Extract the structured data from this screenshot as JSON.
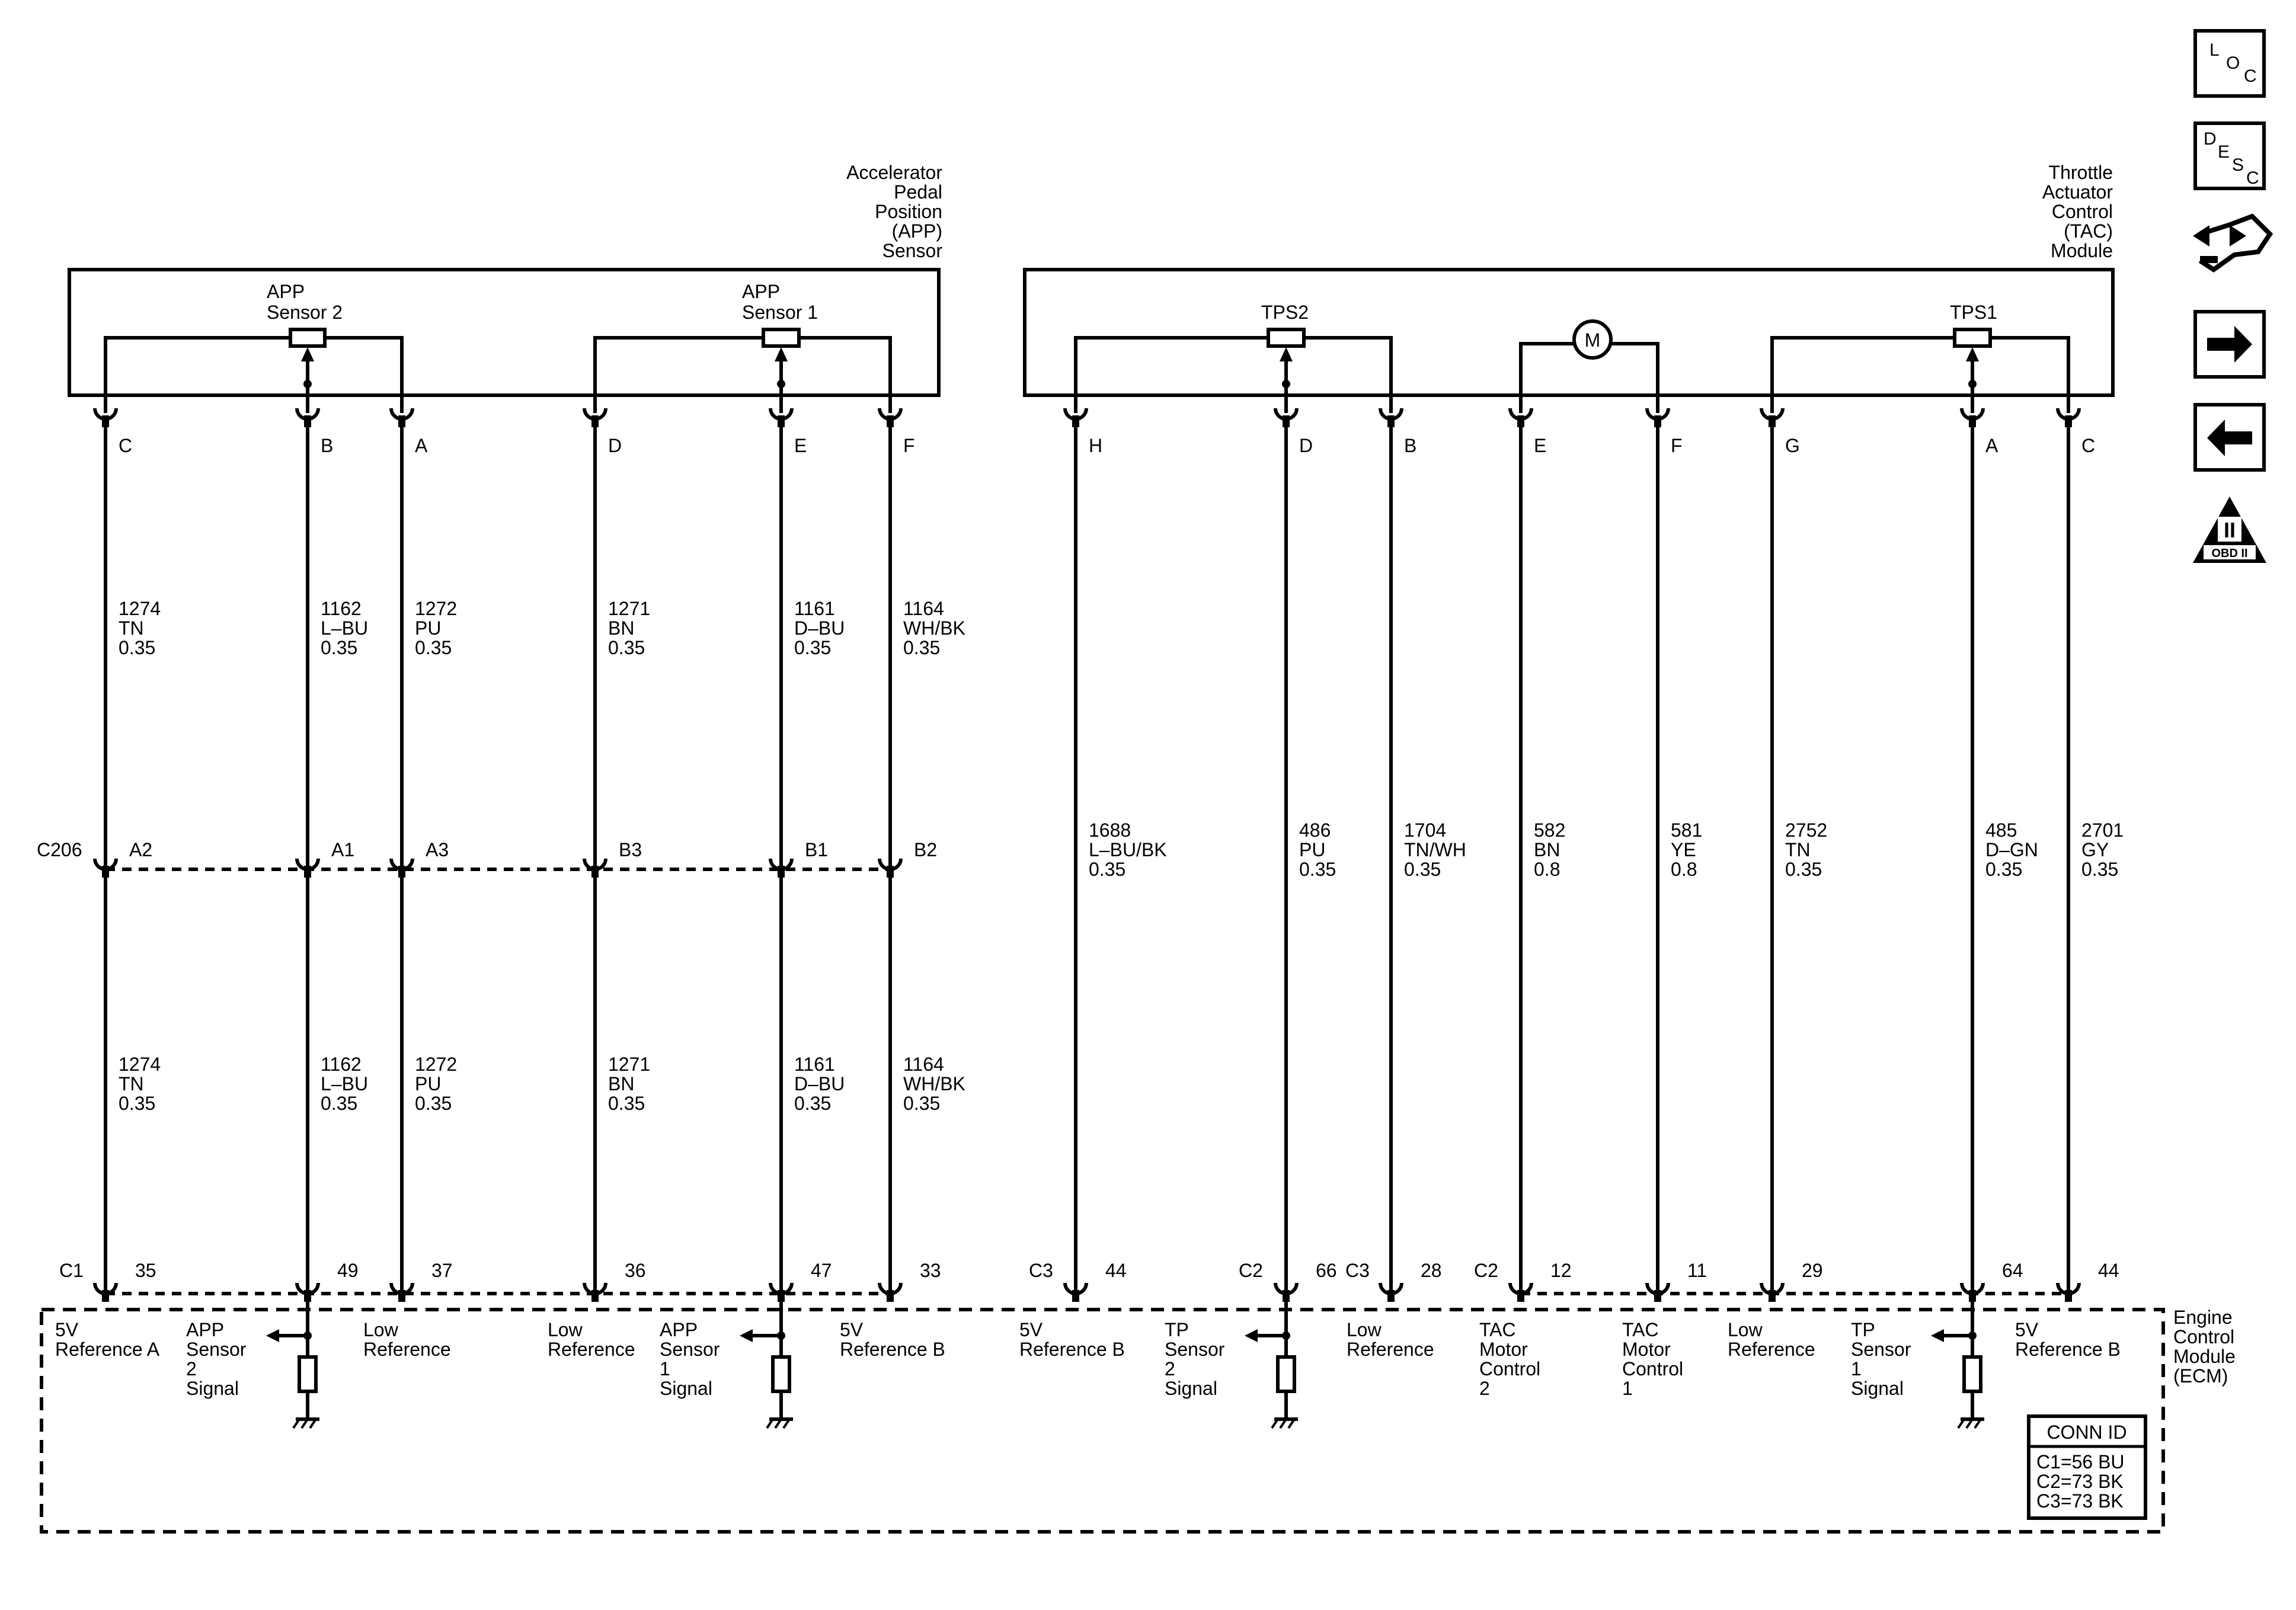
{
  "components": {
    "app_sensor": {
      "label": [
        "Accelerator",
        "Pedal",
        "Position",
        "(APP)",
        "Sensor"
      ]
    },
    "tac_module": {
      "label": [
        "Throttle",
        "Actuator",
        "Control",
        "(TAC)",
        "Module"
      ]
    },
    "ecm": {
      "label": [
        "Engine",
        "Control",
        "Module",
        "(ECM)"
      ]
    },
    "app_sensor2": {
      "label": [
        "APP",
        "Sensor 2"
      ]
    },
    "app_sensor1": {
      "label": [
        "APP",
        "Sensor 1"
      ]
    },
    "tps2": {
      "label": [
        "TPS2"
      ]
    },
    "tps1": {
      "label": [
        "TPS1"
      ]
    },
    "motor": {
      "label": [
        "M"
      ]
    }
  },
  "connectors": {
    "c206": "C206",
    "c1": "C1",
    "c2a": "C2",
    "c3a": "C3",
    "c2b": "C2",
    "c3b": "C3"
  },
  "wires": [
    {
      "top_pin": "C",
      "c206_pin": "A2",
      "ecm_pin": "35",
      "upper": [
        "1274",
        "TN",
        "0.35"
      ],
      "lower": [
        "1274",
        "TN",
        "0.35"
      ],
      "ecm_label": [
        "5V",
        "Reference A"
      ]
    },
    {
      "top_pin": "B",
      "c206_pin": "A1",
      "ecm_pin": "49",
      "upper": [
        "1162",
        "L–BU",
        "0.35"
      ],
      "lower": [
        "1162",
        "L–BU",
        "0.35"
      ],
      "ecm_label": [
        "APP",
        "Sensor",
        "2",
        "Signal"
      ]
    },
    {
      "top_pin": "A",
      "c206_pin": "A3",
      "ecm_pin": "37",
      "upper": [
        "1272",
        "PU",
        "0.35"
      ],
      "lower": [
        "1272",
        "PU",
        "0.35"
      ],
      "ecm_label": [
        "Low",
        "Reference"
      ]
    },
    {
      "top_pin": "D",
      "c206_pin": "B3",
      "ecm_pin": "36",
      "upper": [
        "1271",
        "BN",
        "0.35"
      ],
      "lower": [
        "1271",
        "BN",
        "0.35"
      ],
      "ecm_label": [
        "Low",
        "Reference"
      ]
    },
    {
      "top_pin": "E",
      "c206_pin": "B1",
      "ecm_pin": "47",
      "upper": [
        "1161",
        "D–BU",
        "0.35"
      ],
      "lower": [
        "1161",
        "D–BU",
        "0.35"
      ],
      "ecm_label": [
        "APP",
        "Sensor",
        "1",
        "Signal"
      ]
    },
    {
      "top_pin": "F",
      "c206_pin": "B2",
      "ecm_pin": "33",
      "upper": [
        "1164",
        "WH/BK",
        "0.35"
      ],
      "lower": [
        "1164",
        "WH/BK",
        "0.35"
      ],
      "ecm_label": [
        "5V",
        "Reference B"
      ]
    },
    {
      "top_pin": "H",
      "ecm_pin": "44",
      "mid": [
        "1688",
        "L–BU/BK",
        "0.35"
      ],
      "ecm_label": [
        "5V",
        "Reference B"
      ]
    },
    {
      "top_pin": "D",
      "ecm_pin": "66",
      "mid": [
        "486",
        "PU",
        "0.35"
      ],
      "ecm_label": [
        "TP",
        "Sensor",
        "2",
        "Signal"
      ]
    },
    {
      "top_pin": "B",
      "ecm_pin": "28",
      "mid": [
        "1704",
        "TN/WH",
        "0.35"
      ],
      "ecm_label": [
        "Low",
        "Reference"
      ]
    },
    {
      "top_pin": "E",
      "ecm_pin": "12",
      "mid": [
        "582",
        "BN",
        "0.8"
      ],
      "ecm_label": [
        "TAC",
        "Motor",
        "Control",
        "2"
      ]
    },
    {
      "top_pin": "F",
      "ecm_pin": "11",
      "mid": [
        "581",
        "YE",
        "0.8"
      ],
      "ecm_label": [
        "TAC",
        "Motor",
        "Control",
        "1"
      ]
    },
    {
      "top_pin": "G",
      "ecm_pin": "29",
      "mid": [
        "2752",
        "TN",
        "0.35"
      ],
      "ecm_label": [
        "Low",
        "Reference"
      ]
    },
    {
      "top_pin": "A",
      "ecm_pin": "64",
      "mid": [
        "485",
        "D–GN",
        "0.35"
      ],
      "ecm_label": [
        "TP",
        "Sensor",
        "1",
        "Signal"
      ]
    },
    {
      "top_pin": "C",
      "ecm_pin": "44",
      "mid": [
        "2701",
        "GY",
        "0.35"
      ],
      "ecm_label": [
        "5V",
        "Reference B"
      ]
    }
  ],
  "conn_id": {
    "title": "CONN ID",
    "rows": [
      "C1=56 BU",
      "C2=73 BK",
      "C3=73 BK"
    ]
  },
  "nav_icons": [
    {
      "name": "loc-icon",
      "letters": [
        "L",
        "O",
        "C"
      ]
    },
    {
      "name": "desc-icon",
      "letters": [
        "D",
        "E",
        "S",
        "C"
      ]
    },
    {
      "name": "connector-end-view-icon"
    },
    {
      "name": "next-page-icon"
    },
    {
      "name": "previous-page-icon"
    },
    {
      "name": "obd-ii-icon",
      "numeral": "II",
      "caption": "OBD II"
    }
  ]
}
